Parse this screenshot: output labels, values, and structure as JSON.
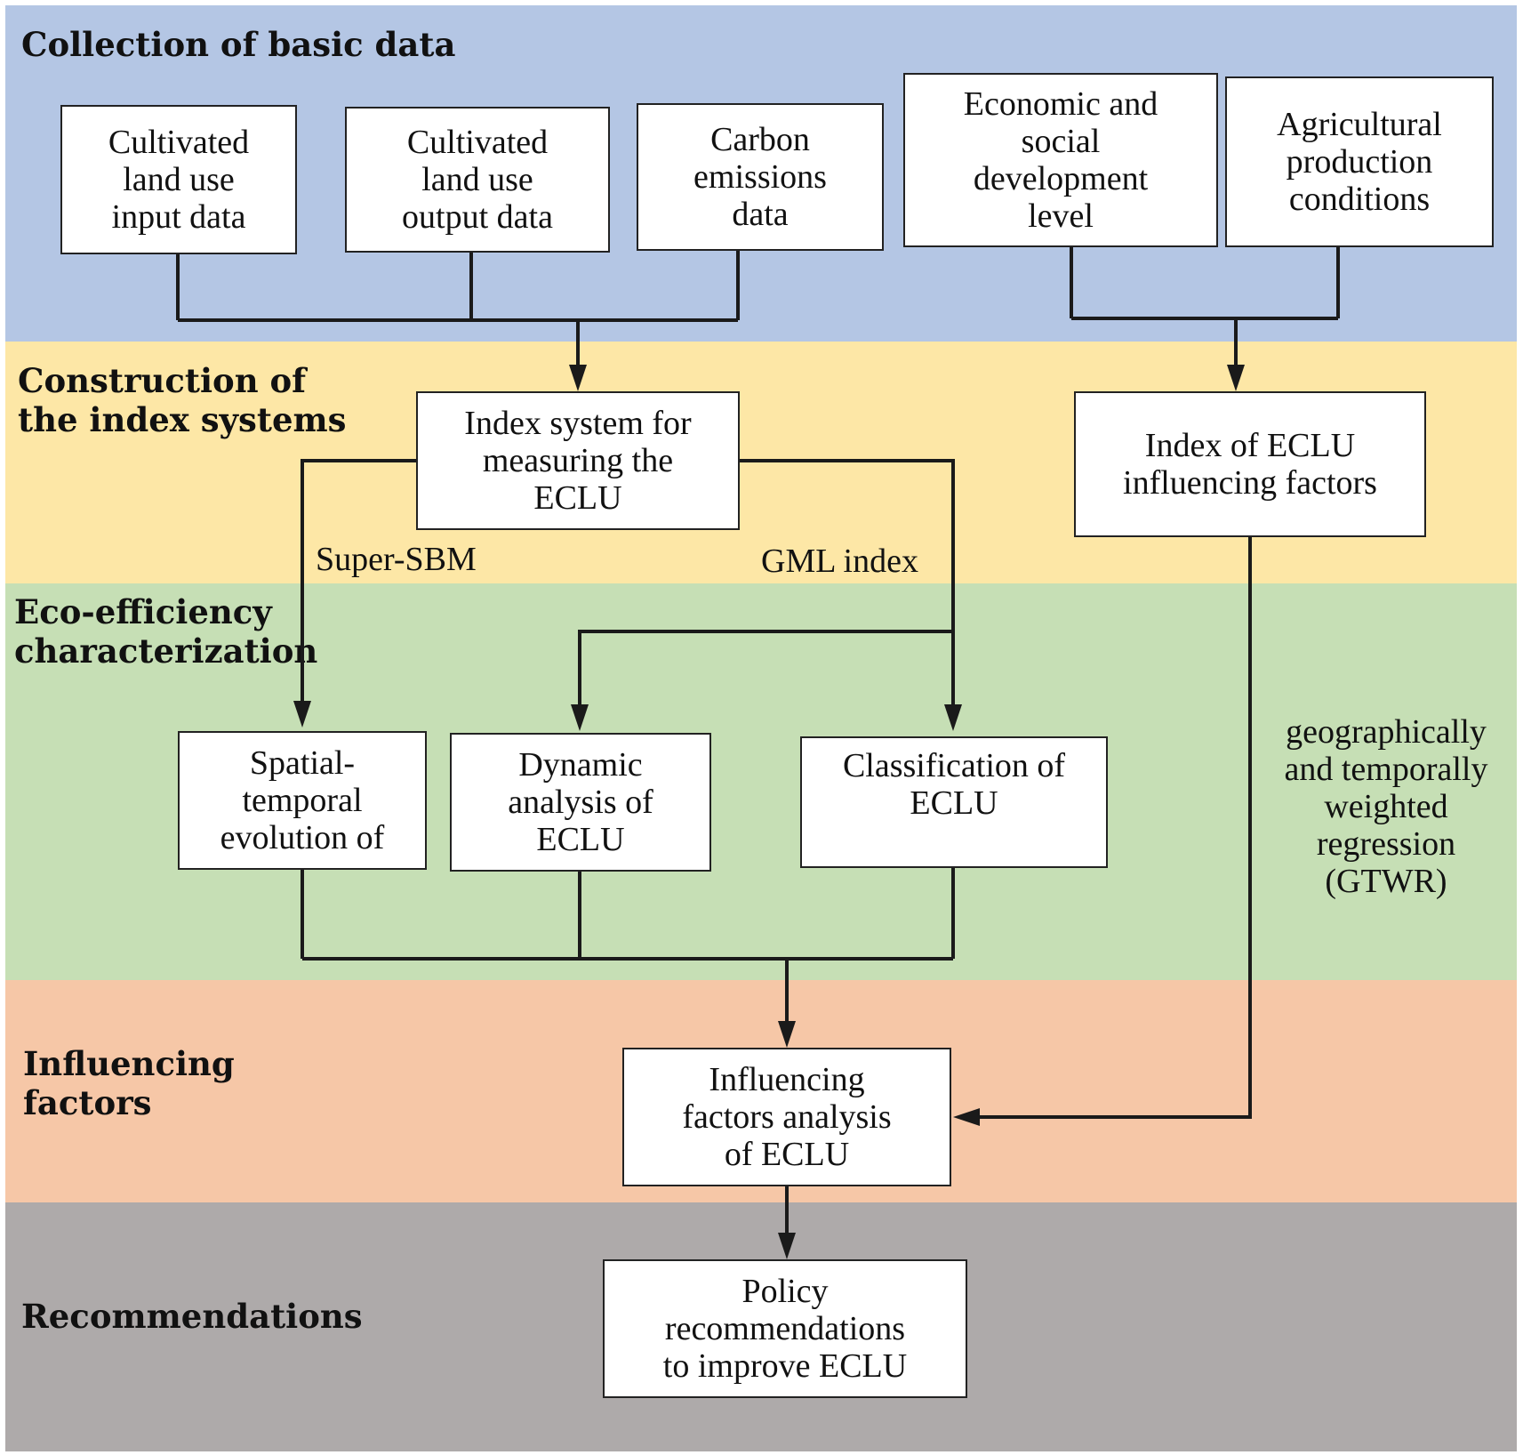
{
  "sections": [
    {
      "title": "Collection of basic data"
    },
    {
      "title": "Construction of\nthe index systems"
    },
    {
      "title": "Eco-efficiency\ncharacterization"
    },
    {
      "title": "Influencing\nfactors"
    },
    {
      "title": "Recommendations"
    }
  ],
  "nodes": {
    "input_data": "Cultivated\nland use\ninput data",
    "output_data": "Cultivated\nland use\noutput data",
    "carbon_data": "Carbon\nemissions\ndata",
    "econ_social": "Economic and\nsocial\ndevelopment\nlevel",
    "agri_conditions": "Agricultural\nproduction\nconditions",
    "index_system": "Index system for\nmeasuring the\nECLU",
    "index_factors": "Index of ECLU\ninfluencing factors",
    "spatial_temporal": "Spatial-\ntemporal\nevolution of",
    "dynamic_analysis": "Dynamic\nanalysis of\nECLU",
    "classification": "Classification of\nECLU",
    "influencing_analysis": "Influencing\nfactors analysis\nof ECLU",
    "policy": "Policy\nrecommendations\nto improve ECLU"
  },
  "edge_labels": {
    "super_sbm": "Super-SBM",
    "gml_index": "GML index",
    "gtwr": "geographically\nand temporally\nweighted\nregression\n(GTWR)"
  },
  "colors": {
    "band_data": "#b4c6e4",
    "band_index": "#fde7a6",
    "band_eco": "#c6dfb5",
    "band_factors": "#f6c7a7",
    "band_recommend": "#aeaaaa"
  }
}
